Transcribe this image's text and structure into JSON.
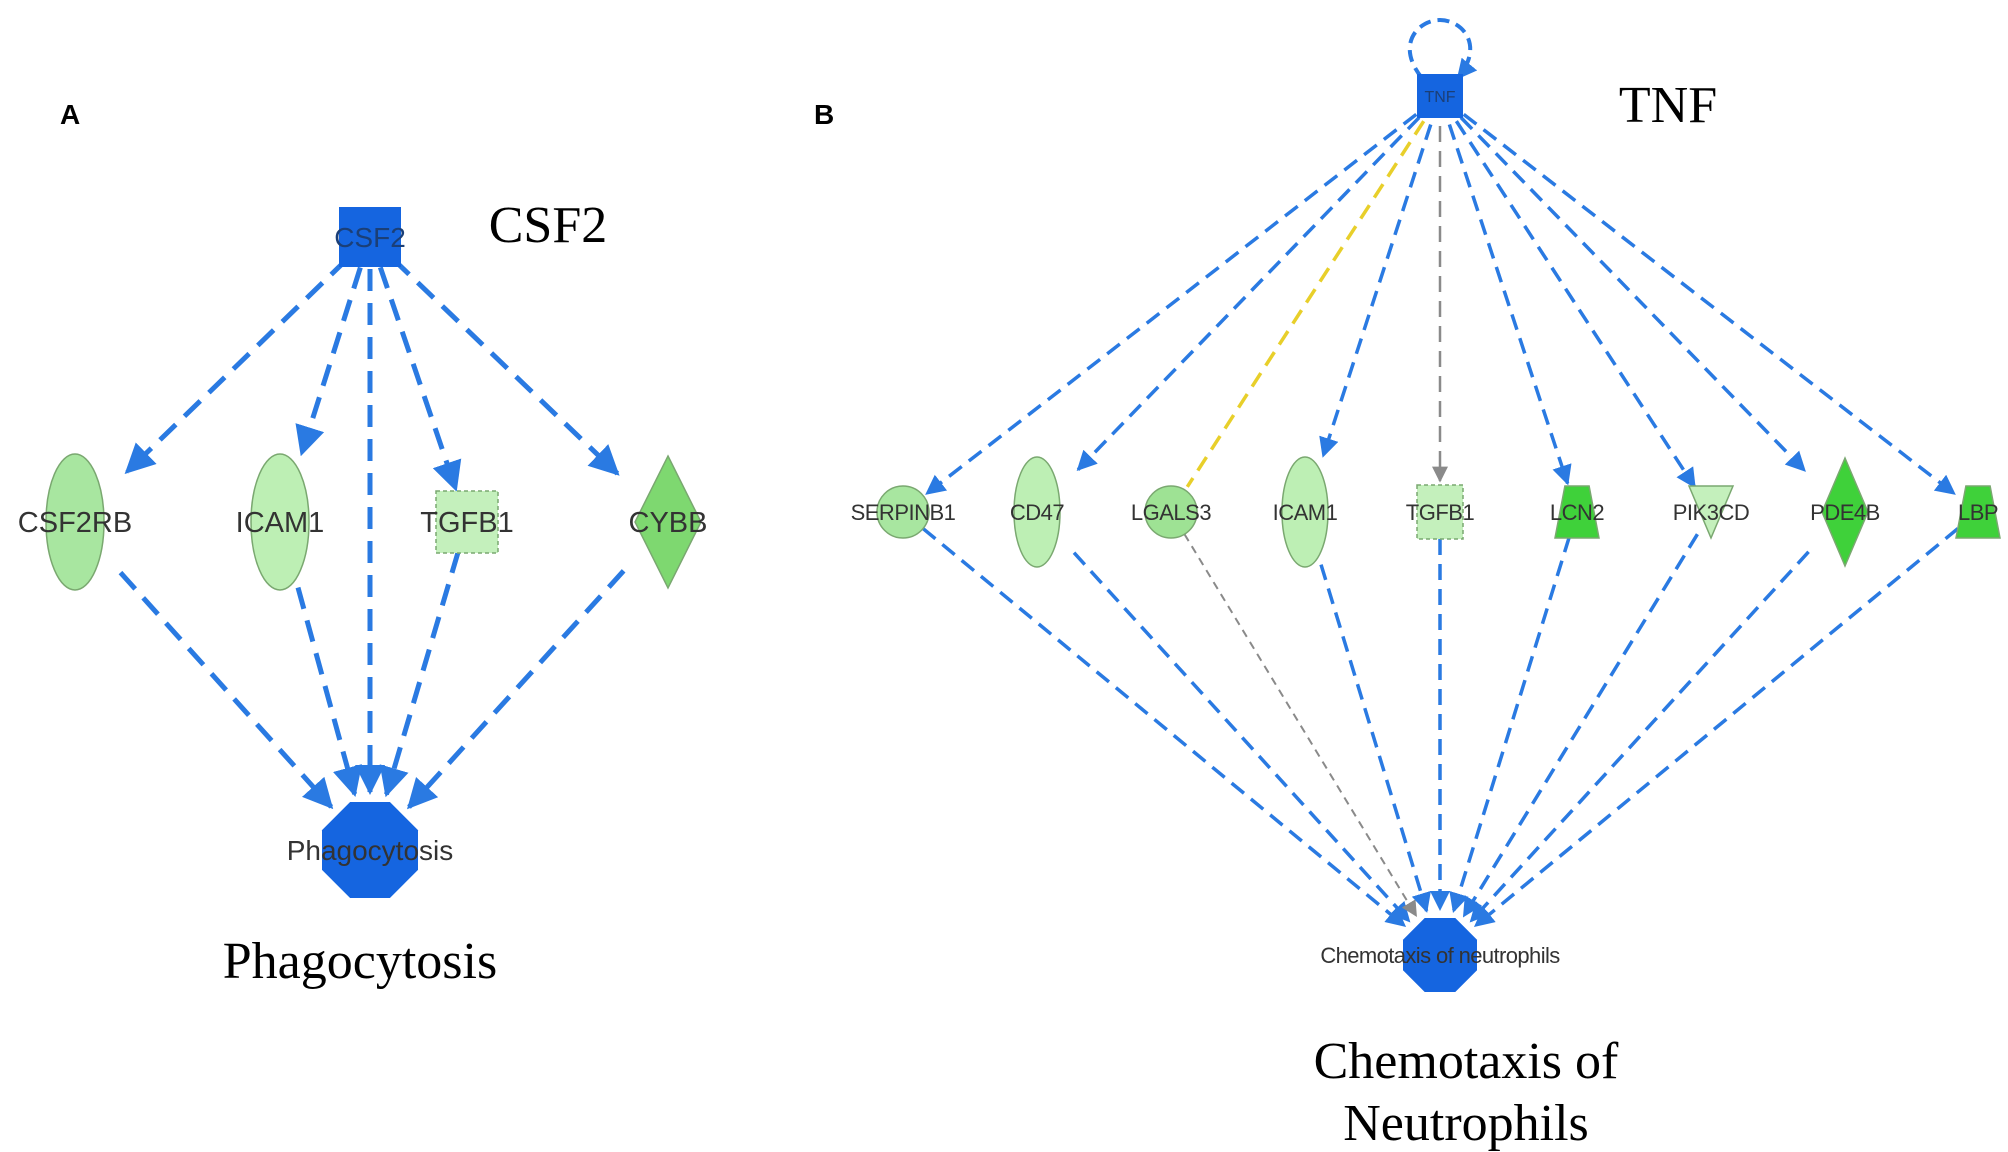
{
  "panels": [
    {
      "letter": "A",
      "hub": {
        "label": "CSF2",
        "caption": "CSF2"
      },
      "target": {
        "label": "Phagocytosis",
        "caption_lines": [
          "Phagocytosis"
        ]
      },
      "nodes": [
        {
          "label": "CSF2RB",
          "shape": "ellipse",
          "fill": "#a8e6a0"
        },
        {
          "label": "ICAM1",
          "shape": "ellipse",
          "fill": "#bdefb4"
        },
        {
          "label": "TGFB1",
          "shape": "square",
          "fill": "#c4f0bc"
        },
        {
          "label": "CYBB",
          "shape": "diamond",
          "fill": "#7ed870"
        }
      ]
    },
    {
      "letter": "B",
      "hub": {
        "label": "TNF",
        "caption": "TNF"
      },
      "target": {
        "label": "Chemotaxis of neutrophils",
        "caption_lines": [
          "Chemotaxis of",
          "Neutrophils"
        ]
      },
      "nodes": [
        {
          "label": "SERPINB1",
          "shape": "circle",
          "fill": "#a8e6a0"
        },
        {
          "label": "CD47",
          "shape": "ellipse",
          "fill": "#bdefb4"
        },
        {
          "label": "LGALS3",
          "shape": "circle",
          "fill": "#9ee294",
          "special_edge": true
        },
        {
          "label": "ICAM1",
          "shape": "ellipse",
          "fill": "#bdefb4"
        },
        {
          "label": "TGFB1",
          "shape": "square",
          "fill": "#c4f0bc"
        },
        {
          "label": "LCN2",
          "shape": "trapezoid",
          "fill": "#3fd13a"
        },
        {
          "label": "PIK3CD",
          "shape": "triangle",
          "fill": "#c4f0bc"
        },
        {
          "label": "PDE4B",
          "shape": "diamond",
          "fill": "#3fd13a"
        },
        {
          "label": "LBP",
          "shape": "trapezoid",
          "fill": "#3fd13a"
        }
      ]
    }
  ],
  "colors": {
    "edge_blue": "#2a7ae2",
    "hub_blue": "#1565e0",
    "edge_yellow": "#e8cf2a",
    "edge_gray": "#8a8a8a",
    "node_stroke": "#7aa870"
  }
}
